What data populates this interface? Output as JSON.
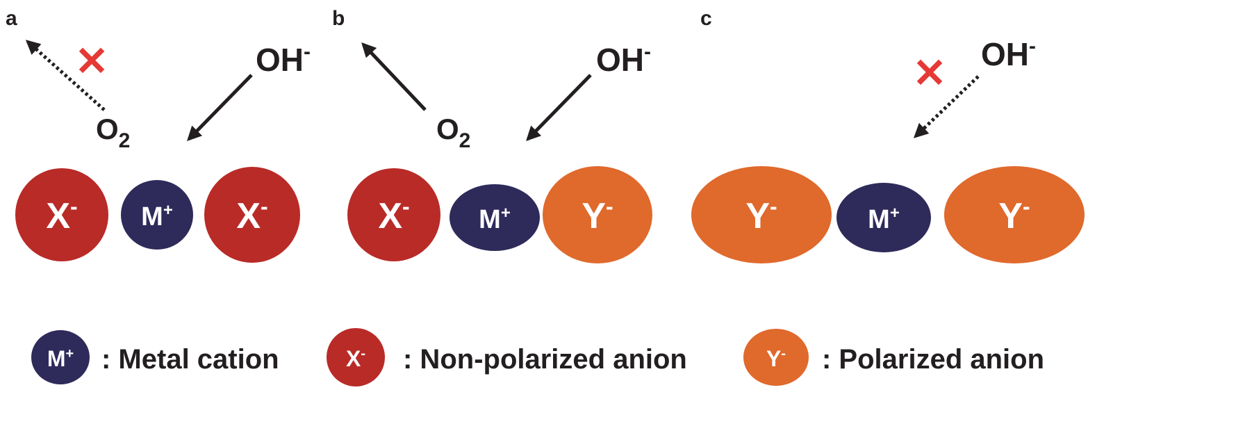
{
  "panels": {
    "a": {
      "label": "a",
      "reactant": "OH",
      "reactant_charge": "-",
      "product": "O",
      "product_sub": "2",
      "blocked_mark": "✕",
      "ions": [
        {
          "text": "X",
          "charge": "-",
          "kind": "non-polarized-anion"
        },
        {
          "text": "M",
          "charge": "+",
          "kind": "metal-cation"
        },
        {
          "text": "X",
          "charge": "-",
          "kind": "non-polarized-anion"
        }
      ]
    },
    "b": {
      "label": "b",
      "reactant": "OH",
      "reactant_charge": "-",
      "product": "O",
      "product_sub": "2",
      "ions": [
        {
          "text": "X",
          "charge": "-",
          "kind": "non-polarized-anion"
        },
        {
          "text": "M",
          "charge": "+",
          "kind": "metal-cation"
        },
        {
          "text": "Y",
          "charge": "-",
          "kind": "polarized-anion"
        }
      ]
    },
    "c": {
      "label": "c",
      "reactant": "OH",
      "reactant_charge": "-",
      "blocked_mark": "✕",
      "ions": [
        {
          "text": "Y",
          "charge": "-",
          "kind": "polarized-anion"
        },
        {
          "text": "M",
          "charge": "+",
          "kind": "metal-cation"
        },
        {
          "text": "Y",
          "charge": "-",
          "kind": "polarized-anion"
        }
      ]
    }
  },
  "legend": {
    "metal": {
      "symbol": "M",
      "charge": "+",
      "text": ": Metal cation"
    },
    "nonpolar": {
      "symbol": "X",
      "charge": "-",
      "text": ": Non-polarized anion"
    },
    "polar": {
      "symbol": "Y",
      "charge": "-",
      "text": ": Polarized anion"
    }
  },
  "colors": {
    "metal": "#2e2a5a",
    "nonpolar": "#b92b27",
    "polar": "#e0692c",
    "cross": "#e53935",
    "arrow": "#231f20"
  }
}
